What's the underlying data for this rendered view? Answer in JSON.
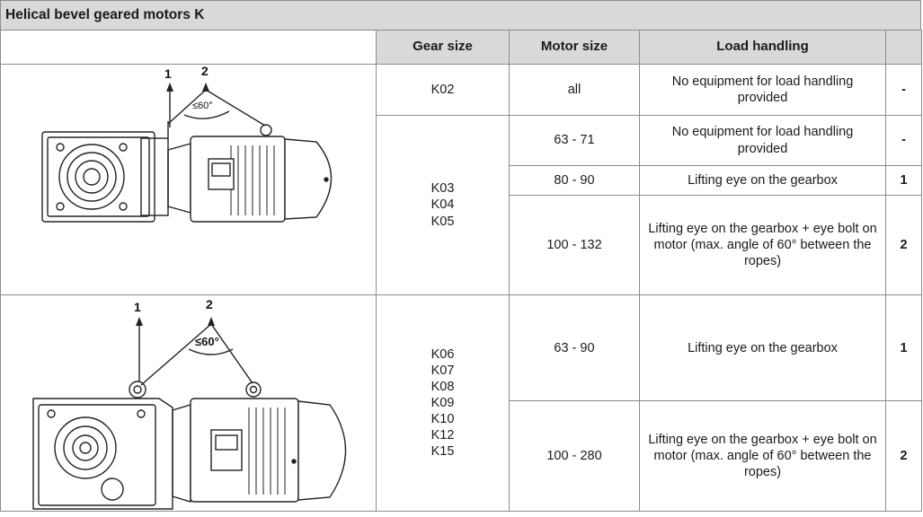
{
  "title": "Helical bevel geared motors K",
  "headers": [
    "Gear size",
    "Motor size",
    "Load handling",
    ""
  ],
  "drawing_top": {
    "label_1": "1",
    "label_2": "2",
    "angle": "≤60°"
  },
  "drawing_bottom": {
    "label_1": "1",
    "label_2": "2",
    "angle": "≤60°"
  },
  "rows": {
    "r1": {
      "gear": "K02",
      "motor": "all",
      "load": "No equipment for load handling provided",
      "sel": "-"
    },
    "r2": {
      "motor": "63 - 71",
      "load": "No equipment for load handling provided",
      "sel": "-"
    },
    "r3": {
      "motor": "80 - 90",
      "load": "Lifting eye on the gearbox",
      "sel": "1"
    },
    "r4": {
      "motor": "100 - 132",
      "load": "Lifting eye on the gearbox + eye bolt on motor (max. angle of 60° between the ropes)",
      "sel": "2"
    },
    "r5": {
      "motor": "63 - 90",
      "load": "Lifting eye on the gearbox",
      "sel": "1"
    },
    "r6": {
      "motor": "100 - 280",
      "load": "Lifting eye on the gearbox + eye bolt on motor (max. angle of 60° between the ropes)",
      "sel": "2"
    }
  },
  "gear_group_a": [
    "K03",
    "K04",
    "K05"
  ],
  "gear_group_b": [
    "K06",
    "K07",
    "K08",
    "K09",
    "K10",
    "K12",
    "K15"
  ]
}
